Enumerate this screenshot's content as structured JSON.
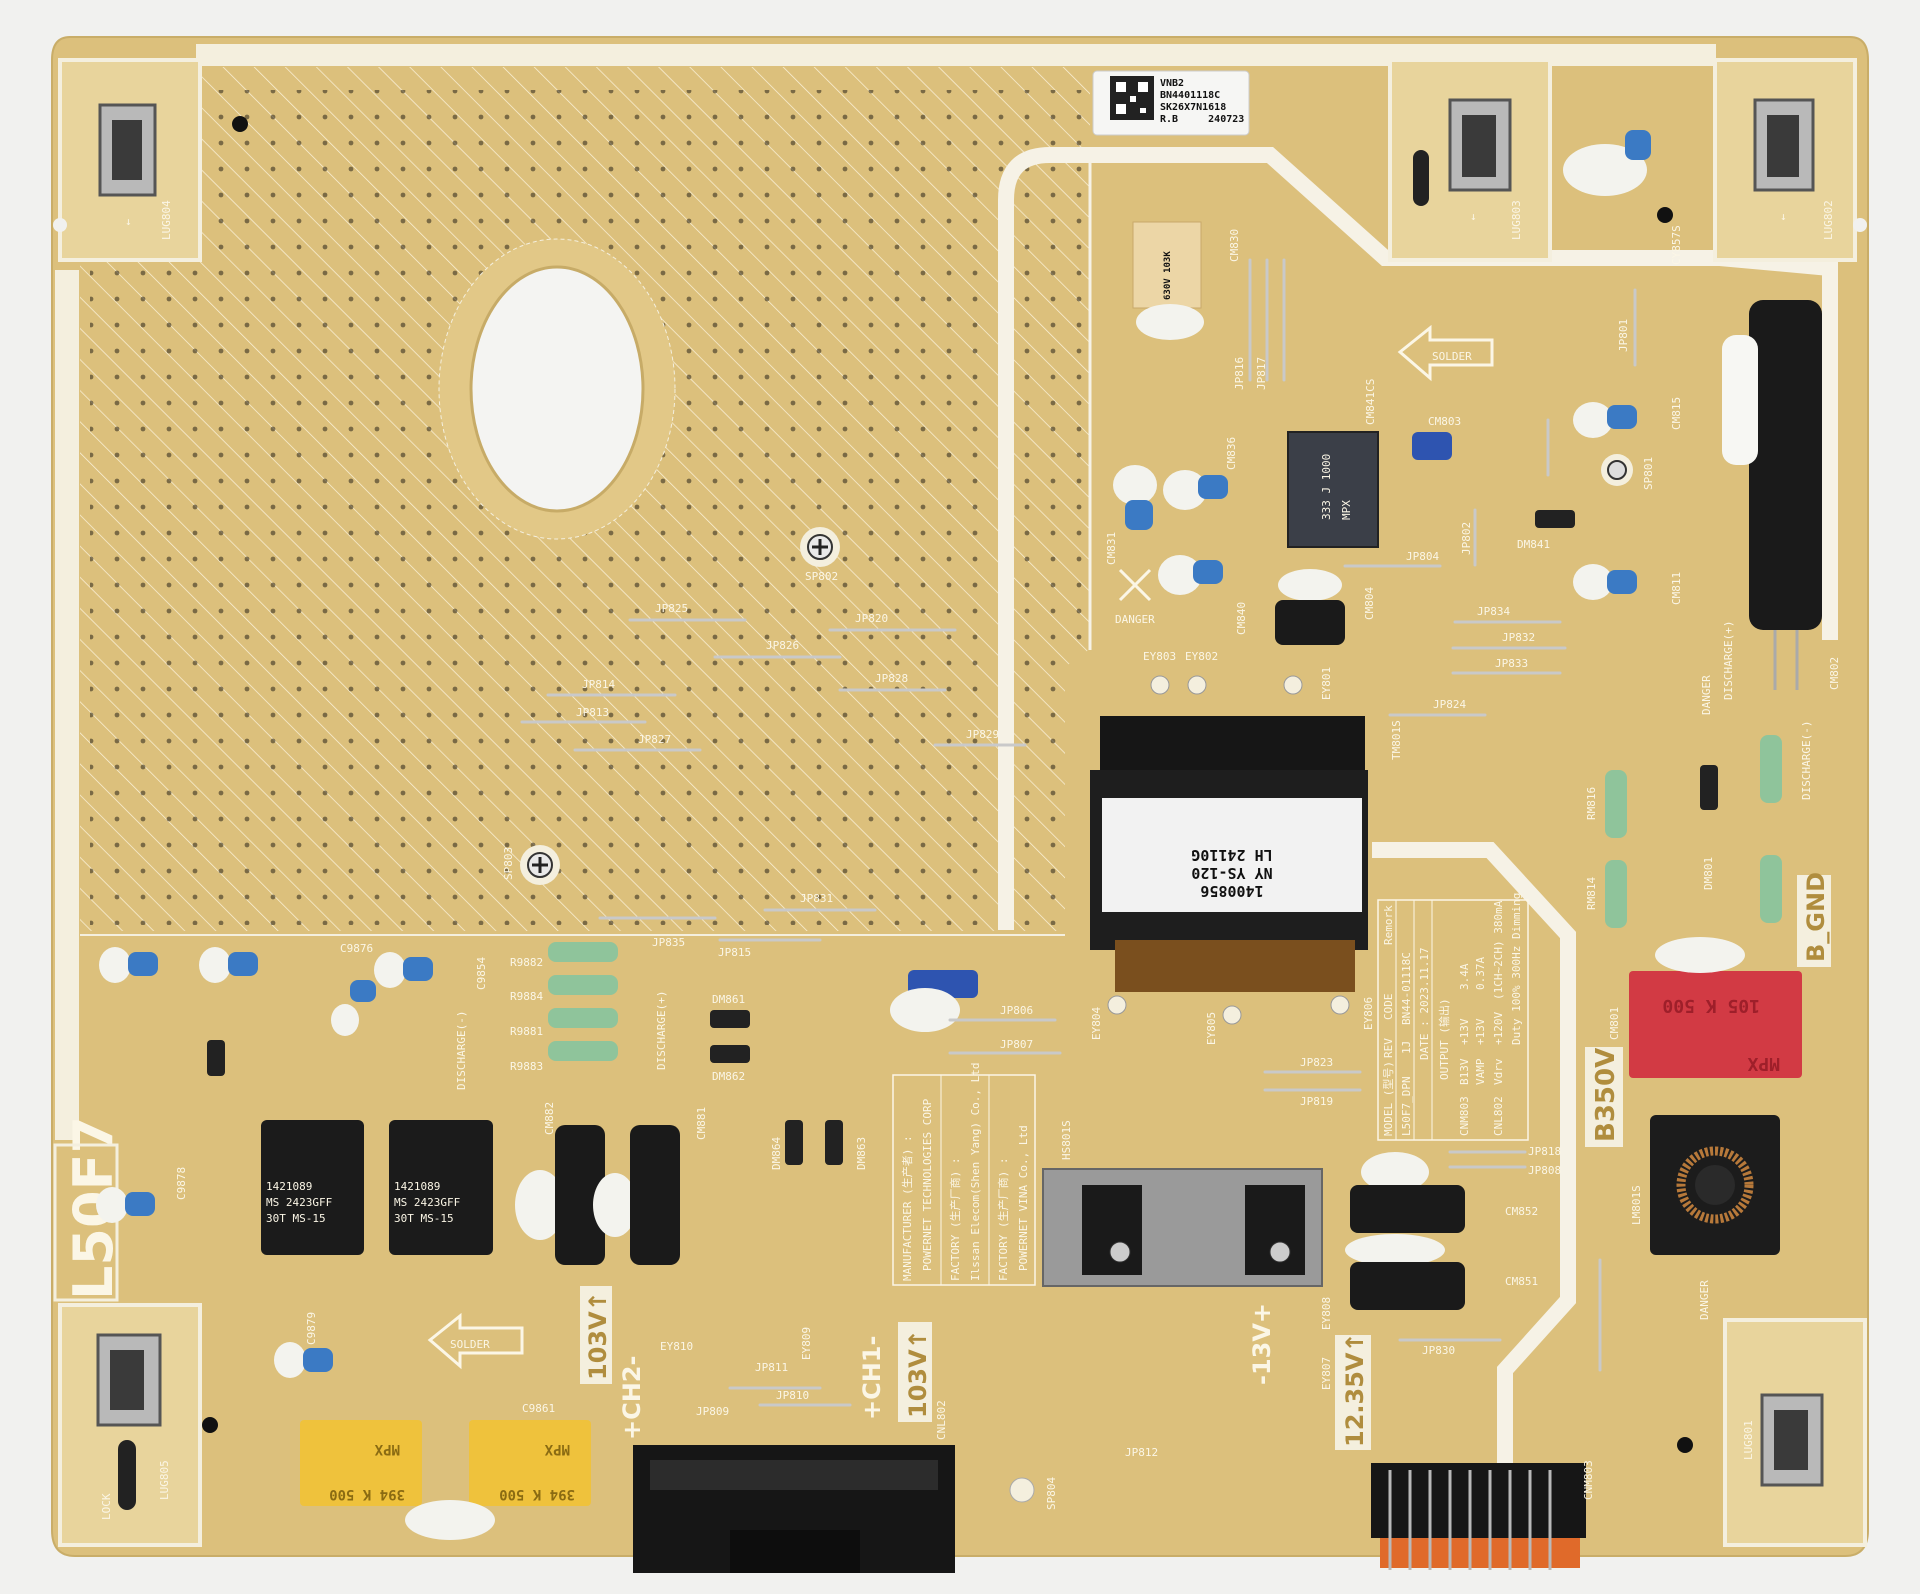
{
  "board": {
    "model_silk": "L50F7",
    "colors": {
      "pcb": "#dcc07c",
      "silk": "#fbf6e6",
      "background": "#f1f1ef",
      "capacitor_red": "#d23a44",
      "capacitor_yellow": "#efc23c",
      "connector_orange": "#e06a2a"
    }
  },
  "sticker": {
    "line1": "VNB2",
    "line2": "BN4401118C",
    "line3": "SK26X7N1618",
    "line4": "R.B     240723"
  },
  "transformer_label": {
    "line1": "LH 24110G",
    "line2": "NY YS-120",
    "line3": "1400856"
  },
  "model_table": {
    "model_head": "MODEL (型号)",
    "model_val": "L50F7_DPN",
    "rev_head": "REV",
    "rev_val": "1J",
    "code_head": "CODE",
    "code_val": "BN44-01118C",
    "remark_head": "Remork",
    "date": "DATE : 2023.11.17",
    "output_head": "OUTPUT (输出)",
    "rows": [
      {
        "conn": "CNM803",
        "name": "B13V",
        "volt": "+13V",
        "val": "3.4A"
      },
      {
        "conn": "",
        "name": "VAMP",
        "volt": "+13V",
        "val": "0.37A"
      },
      {
        "conn": "CNL802",
        "name": "Vdrv",
        "volt": "+120V",
        "val": "(1CH~2CH) 380mA"
      }
    ],
    "dimming": "Duty 100% 300Hz Dimming"
  },
  "manufacturer": {
    "line1": "MANUFACTURER (生产者) :",
    "line2": "POWERNET TECHNOLOGIES CORP",
    "line3": "FACTORY (生产厂商) :",
    "line4": "Ilssan Elecom(Shen Yang) Co., Ltd",
    "line5": "FACTORY (生产厂商) :",
    "line6": "POWERNET VINA Co., Ltd"
  },
  "silk_big": {
    "b350v": "B350V",
    "b_gnd": "B_GND",
    "v12": "12.35V↑",
    "v103a": "103V↑",
    "v103b": "103V↑",
    "ch2": "+CH2-",
    "ch1": "+CH1-",
    "v13": "-13V+",
    "solder1": "SOLDER",
    "solder2": "SOLDER",
    "danger1": "DANGER",
    "danger2": "DANGER",
    "danger3": "DANGER",
    "discharge_p1": "DISCHARGE(+)",
    "discharge_m1": "DISCHARGE(-)",
    "discharge_p2": "DISCHARGE(+)",
    "discharge_m2": "DISCHARGE(-)",
    "lock": "LOCK"
  },
  "components": {
    "red_cap": {
      "line1": "105 K 500",
      "line2": "MPX"
    },
    "yellow_cap1": {
      "line1": "394 K 500",
      "line2": "MPX"
    },
    "yellow_cap2": {
      "line1": "394 K 500",
      "line2": "MPX"
    },
    "small_xfmr1": {
      "line1": "1421089",
      "line2": "MS 2423GFF",
      "line3": "30T MS-15"
    },
    "small_xfmr2": {
      "line1": "1421089",
      "line2": "MS 2423GFF",
      "line3": "30T MS-15"
    },
    "ic_cap": {
      "line1": "333 J 1000",
      "line2": "MPX"
    },
    "film_cap": {
      "line1": "630V 103K"
    }
  },
  "labels": {
    "jp825": "JP825",
    "jp820": "JP820",
    "jp826": "JP826",
    "jp828": "JP828",
    "jp814": "JP814",
    "jp813": "JP813",
    "jp827": "JP827",
    "jp829": "JP829",
    "jp831": "JP831",
    "jp835": "JP835",
    "jp815": "JP815",
    "jp806": "JP806",
    "jp807": "JP807",
    "jp823": "JP823",
    "jp819": "JP819",
    "jp818": "JP818",
    "jp808": "JP808",
    "jp830": "JP830",
    "jp812": "JP812",
    "jp811": "JP811",
    "jp810": "JP810",
    "jp809": "JP809",
    "jp804": "JP804",
    "jp834": "JP834",
    "jp832": "JP832",
    "jp833": "JP833",
    "jp824": "JP824",
    "jp801": "JP801",
    "jp802": "JP802",
    "jp816": "JP816",
    "jp817": "JP817",
    "sp802": "SP802",
    "sp803": "SP803",
    "sp801": "SP801",
    "sp804": "SP804",
    "cm830": "CM830",
    "cm836": "CM836",
    "cm831": "CM831",
    "cm840": "CM840",
    "cm803": "CM803",
    "cm815": "CM815",
    "cm811": "CM811",
    "cm802": "CM802",
    "cm801": "CM801",
    "cm852": "CM852",
    "cm851": "CM851",
    "cm881": "CM881",
    "cm882": "CM882",
    "cm804": "CM804",
    "cm841": "CM841CS",
    "ey803": "EY803",
    "ey802": "EY802",
    "ey801": "EY801",
    "ey804": "EY804",
    "ey805": "EY805",
    "ey806": "EY806",
    "ey810": "EY810",
    "ey809": "EY809",
    "ey807": "EY807",
    "ey808": "EY808",
    "dm861": "DM861",
    "dm862": "DM862",
    "dm841": "DM841",
    "dm864": "DM864",
    "dm863": "DM863",
    "dm801": "DM801",
    "r9882": "R9882",
    "r9884": "R9884",
    "r9881": "R9881",
    "r9883": "R9883",
    "rm816": "RM816",
    "rm814": "RM814",
    "lug804": "LUG804",
    "lug803": "LUG803",
    "lug802": "LUG802",
    "lug805": "LUG805",
    "lug801": "LUG801",
    "cnl802": "CNL802",
    "cnm803": "CNM803",
    "tm801": "TM801S",
    "lm801": "LM801S",
    "hs801": "HS801S",
    "cy857": "CY857S",
    "c9876": "C9876",
    "c9854": "C9854",
    "c9861": "C9861",
    "c9878": "C9878",
    "c9879": "C9879"
  }
}
